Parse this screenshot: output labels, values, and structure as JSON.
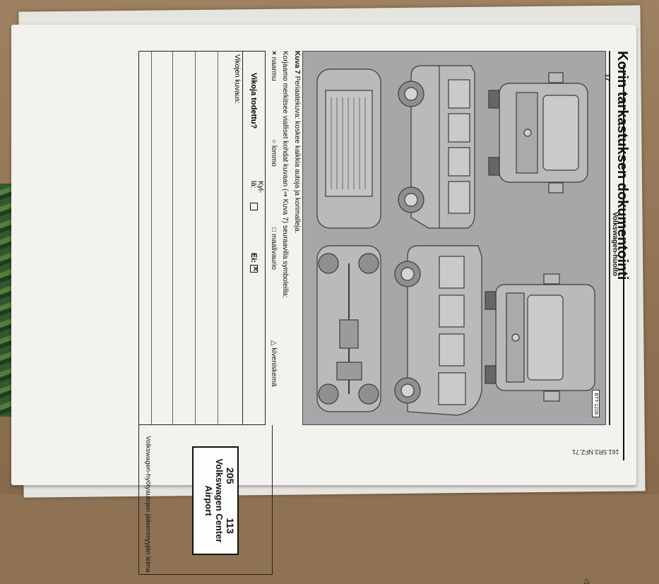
{
  "title": "Korin tarkastuksen dokumentointi",
  "figure": {
    "id": "BTT-1228",
    "caption_label": "Kuva 7",
    "caption_text": "Periaatekuva: koskee kaikkia autoja ja korimalleja."
  },
  "instruction": "Korjaamo merkitsee vialliset kohdat kuvaan (⇒ Kuva 7) seuraavilla symboleilla:",
  "symbols": [
    {
      "glyph": "×",
      "label": "naarmu"
    },
    {
      "glyph": "○",
      "label": "lommo"
    },
    {
      "glyph": "□",
      "label": "maalivaurio"
    },
    {
      "glyph": "△",
      "label": "kiveniskemä"
    }
  ],
  "form": {
    "question": "Vikoja todettu?",
    "yes_label": "Kyl-\nlä:",
    "no_label": "Ei:",
    "yes_checked": false,
    "no_checked": true,
    "description_label": "Vikojen kuvaus:"
  },
  "stamp": {
    "number_left": "205",
    "number_right": "113",
    "name_line1": "Volkswagen Center",
    "name_line2": "Airport"
  },
  "dealer_label": "Volkswagen-hyötyautojen jälleenmyyjän leima",
  "footer": {
    "brand": "Volkswagen-huolto",
    "page_number": "17",
    "doc_code": "161.5R3.NFZ.71"
  },
  "continue_marker": "◁"
}
